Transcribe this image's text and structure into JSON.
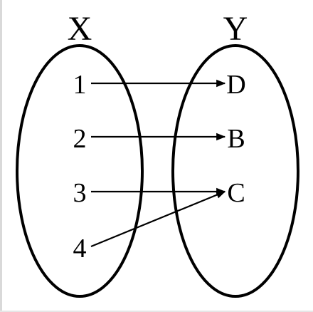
{
  "diagram": {
    "domain_set": {
      "name": "X",
      "elements": [
        "1",
        "2",
        "3",
        "4"
      ]
    },
    "codomain_set": {
      "name": "Y",
      "elements": [
        "D",
        "B",
        "C"
      ]
    },
    "mappings": [
      {
        "from": "1",
        "to": "D"
      },
      {
        "from": "2",
        "to": "B"
      },
      {
        "from": "3",
        "to": "C"
      },
      {
        "from": "4",
        "to": "C"
      }
    ]
  },
  "colors": {
    "stroke": "#000000",
    "background": "#ffffff"
  }
}
